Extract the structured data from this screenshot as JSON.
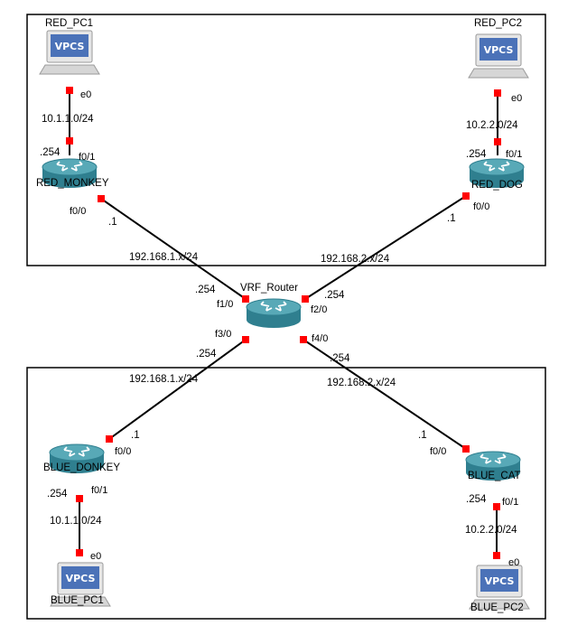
{
  "devices": {
    "red_pc1": "RED_PC1",
    "red_pc2": "RED_PC2",
    "red_monkey": "RED_MONKEY",
    "red_dog": "RED_DOG",
    "vrf_router": "VRF_Router",
    "blue_donkey": "BLUE_DONKEY",
    "blue_cat": "BLUE_CAT",
    "blue_pc1": "BLUE_PC1",
    "blue_pc2": "BLUE_PC2",
    "vpcs_label": "VPCS"
  },
  "interfaces": {
    "red_pc1_e0": "e0",
    "red_monkey_f01": "f0/1",
    "red_monkey_f00": "f0/0",
    "red_pc2_e0": "e0",
    "red_dog_f01": "f0/1",
    "red_dog_f00": "f0/0",
    "vrf_f10": "f1/0",
    "vrf_f20": "f2/0",
    "vrf_f30": "f3/0",
    "vrf_f40": "f4/0",
    "blue_donkey_f00": "f0/0",
    "blue_donkey_f01": "f0/1",
    "blue_pc1_e0": "e0",
    "blue_cat_f00": "f0/0",
    "blue_cat_f01": "f0/1",
    "blue_pc2_e0": "e0"
  },
  "addresses": {
    "red_lan1": "10.1.1.0/24",
    "red_monkey_lan_host": ".254",
    "red_lan2": "10.2.2.0/24",
    "red_dog_lan_host": ".254",
    "red_monkey_wan_host": ".1",
    "red_dog_wan_host": ".1",
    "red_wan1": "192.168.1.x/24",
    "red_wan2": "192.168.2.x/24",
    "vrf_f10_host": ".254",
    "vrf_f20_host": ".254",
    "vrf_f30_host": ".254",
    "vrf_f40_host": ".254",
    "blue_wan1": "192.168.1.x/24",
    "blue_wan2": "192.168.2.x/24",
    "blue_donkey_wan_host": ".1",
    "blue_cat_wan_host": ".1",
    "blue_donkey_lan_host": ".254",
    "blue_lan1": "10.1.1.0/24",
    "blue_cat_lan_host": ".254",
    "blue_lan2": "10.2.2.0/24"
  },
  "colors": {
    "port": "#ff0000",
    "router_body": "#2f7f8f",
    "router_top": "#58a9b7",
    "vpcs_screen": "#4b72b8",
    "link": "#000000"
  }
}
